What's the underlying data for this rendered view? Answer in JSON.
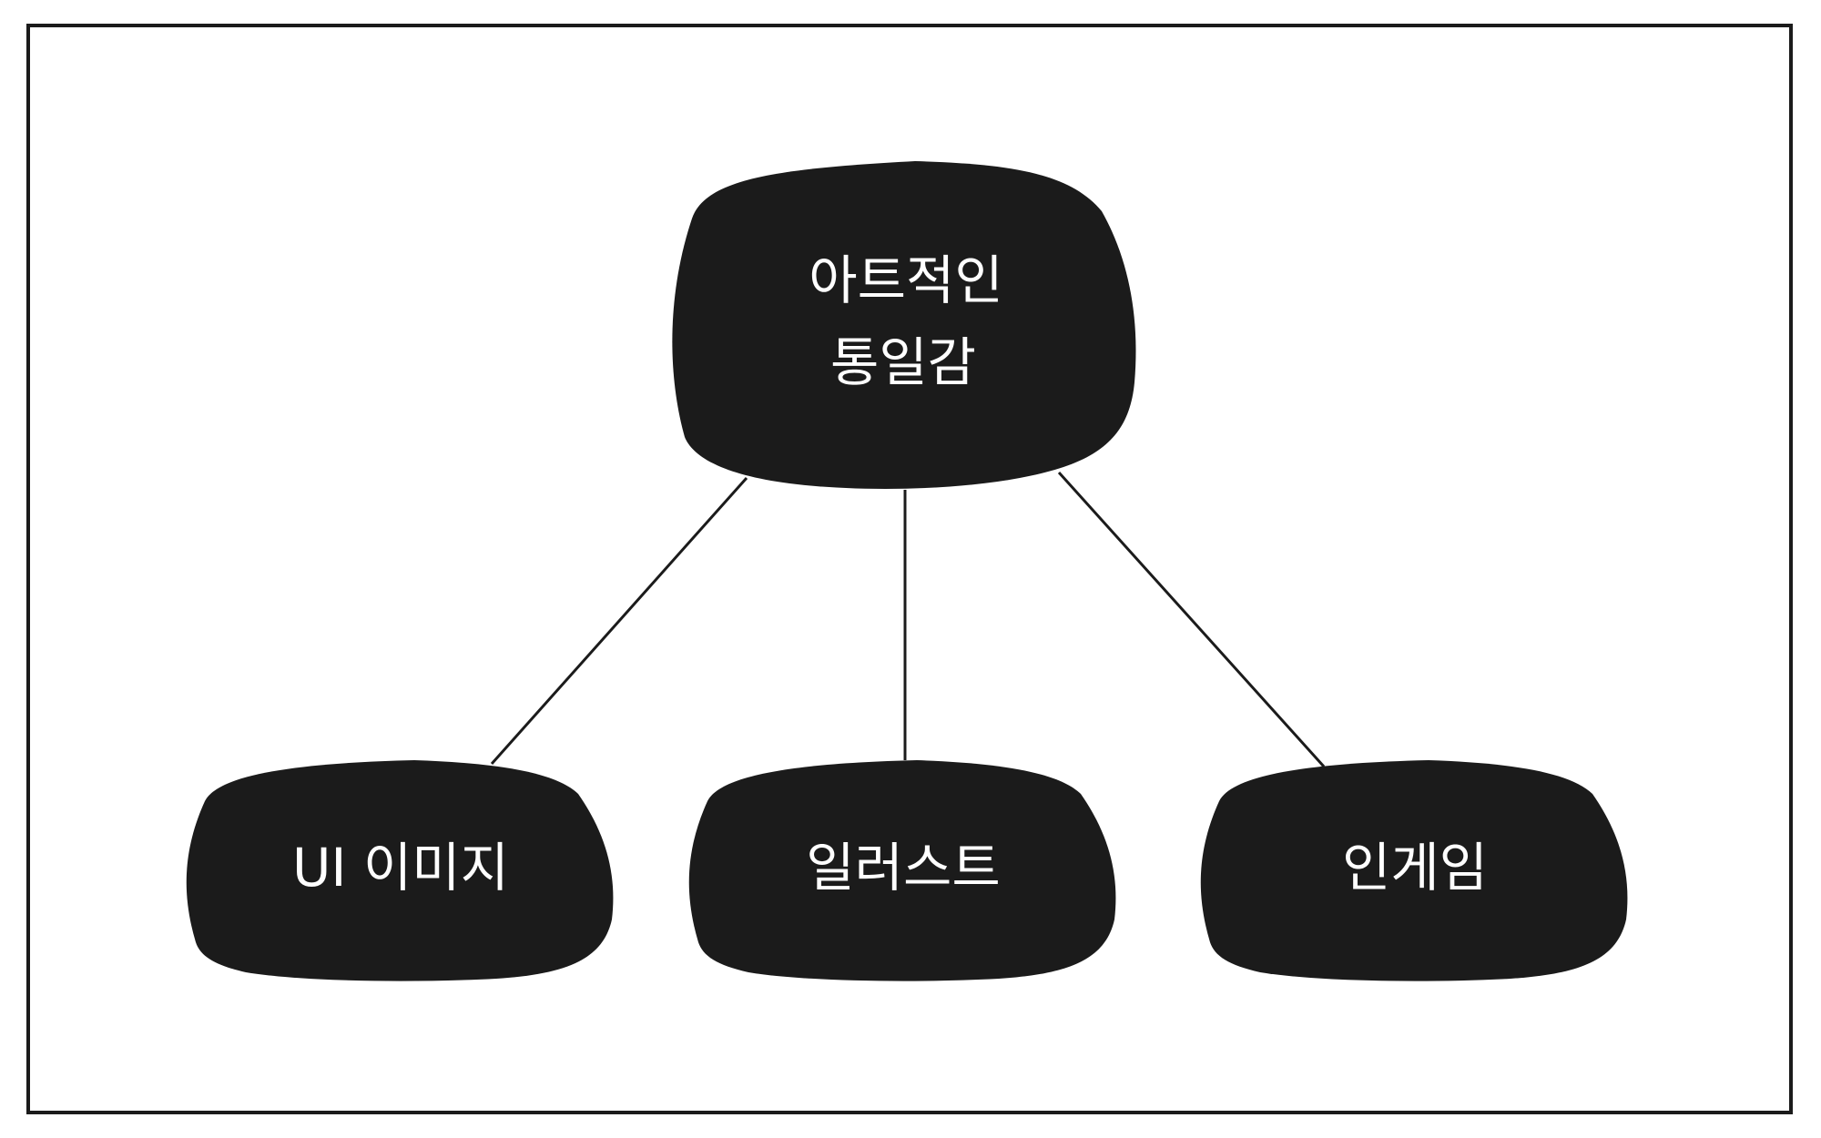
{
  "diagram": {
    "root": {
      "lines": [
        "아트적인",
        "통일감"
      ]
    },
    "children": [
      {
        "label": "UI 이미지"
      },
      {
        "label": "일러스트"
      },
      {
        "label": "인게임"
      }
    ],
    "colors": {
      "node_fill": "#1b1b1b",
      "node_text": "#ffffff",
      "edge": "#1b1b1b",
      "background": "#ffffff"
    }
  }
}
